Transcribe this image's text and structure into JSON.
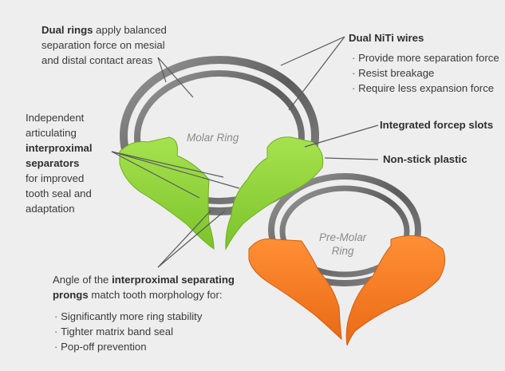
{
  "annotations": {
    "dual_rings": {
      "bold": "Dual rings",
      "rest_1": " apply balanced",
      "line_2": "separation force on mesial",
      "line_3": "and distal contact areas"
    },
    "niti_wires": {
      "title": "Dual NiTi wires",
      "bullets": [
        "Provide more separation force",
        "Resist breakage",
        "Require less expansion force"
      ]
    },
    "separators": {
      "line_1": "Independent",
      "line_2": "articulating",
      "bold_1": "interproximal",
      "bold_2": "separators",
      "line_5": "for improved",
      "line_6": "tooth seal and",
      "line_7": "adaptation"
    },
    "forcep_slots": "Integrated forcep slots",
    "non_stick": "Non-stick plastic",
    "prongs": {
      "line_1_plain": "Angle of the ",
      "line_1_bold": "interproximal separating",
      "line_2_bold": "prongs",
      "line_2_plain": " match tooth morphology for:",
      "bullets": [
        "Significantly more ring stability",
        "Tighter matrix band seal",
        "Pop-off prevention"
      ]
    }
  },
  "ring_labels": {
    "molar": "Molar Ring",
    "premolar_1": "Pre-Molar",
    "premolar_2": "Ring"
  },
  "colors": {
    "background": "#eeeeee",
    "molar_plastic": "#8fd53a",
    "premolar_plastic": "#f07d26",
    "ring_metal": "#6a6a6a",
    "leader_line": "#5a5a5a"
  }
}
